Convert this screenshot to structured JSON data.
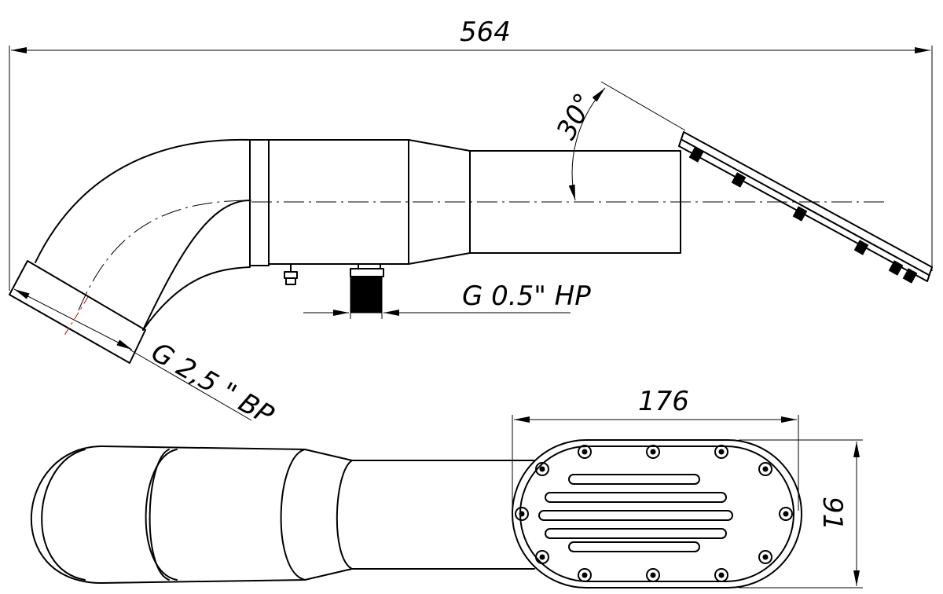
{
  "dimensions": {
    "overall_length": "564",
    "angle": "30°",
    "side_connection": "G 0.5\" HP",
    "inlet_connection": "G 2,5 \" BP",
    "grille_length": "176",
    "grille_width": "91"
  },
  "colors": {
    "line": "#000000",
    "background": "#ffffff",
    "center_mark": "#d40000"
  }
}
